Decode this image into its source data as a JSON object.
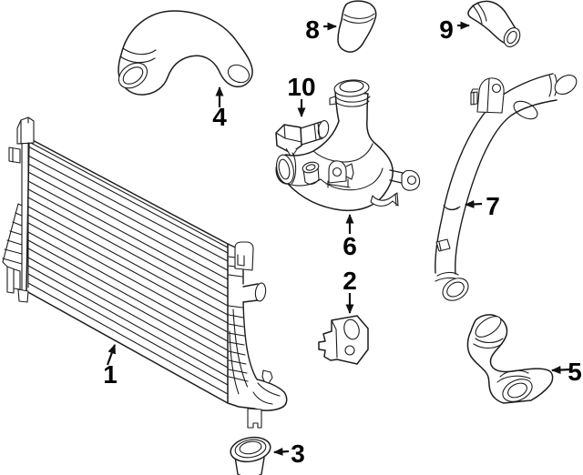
{
  "diagram": {
    "colors": {
      "background": "#ffffff",
      "line": "#1c1c1c",
      "label": "#000000"
    },
    "callouts": [
      {
        "label": "1"
      },
      {
        "label": "2"
      },
      {
        "label": "3"
      },
      {
        "label": "4"
      },
      {
        "label": "5"
      },
      {
        "label": "6"
      },
      {
        "label": "7"
      },
      {
        "label": "8"
      },
      {
        "label": "9"
      },
      {
        "label": "10"
      }
    ]
  }
}
